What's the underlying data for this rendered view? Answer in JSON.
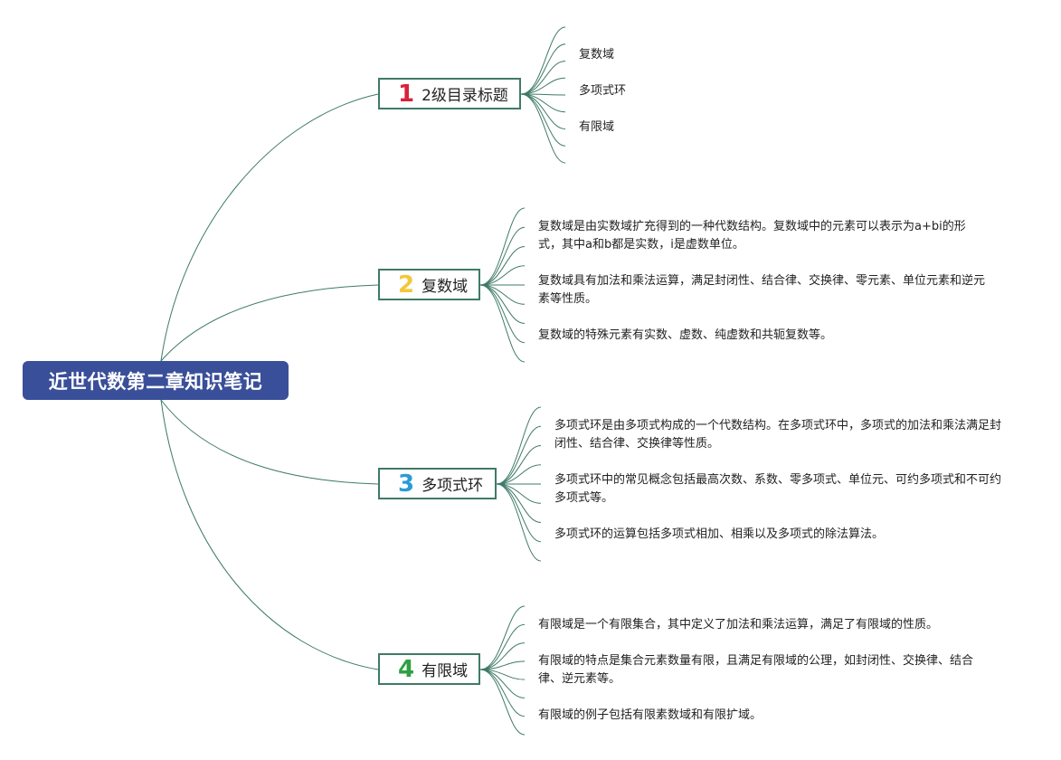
{
  "root": {
    "title": "近世代数第二章知识笔记"
  },
  "branches": [
    {
      "number": "1",
      "title": "2级目录标题",
      "number_color": "#d9223a",
      "leaves": [
        "复数域",
        "多项式环",
        "有限域"
      ]
    },
    {
      "number": "2",
      "title": "复数域",
      "number_color": "#f2c739",
      "leaves": [
        "复数域是由实数域扩充得到的一种代数结构。复数域中的元素可以表示为a+bi的形式，其中a和b都是实数，i是虚数单位。",
        "复数域具有加法和乘法运算，满足封闭性、结合律、交换律、零元素、单位元素和逆元素等性质。",
        "复数域的特殊元素有实数、虚数、纯虚数和共轭复数等。"
      ]
    },
    {
      "number": "3",
      "title": "多项式环",
      "number_color": "#2a9bd6",
      "leaves": [
        "多项式环是由多项式构成的一个代数结构。在多项式环中，多项式的加法和乘法满足封闭性、结合律、交换律等性质。",
        "多项式环中的常见概念包括最高次数、系数、零多项式、单位元、可约多项式和不可约多项式等。",
        "多项式环的运算包括多项式相加、相乘以及多项式的除法算法。"
      ]
    },
    {
      "number": "4",
      "title": "有限域",
      "number_color": "#2ea043",
      "leaves": [
        "有限域是一个有限集合，其中定义了加法和乘法运算，满足了有限域的性质。",
        "有限域的特点是集合元素数量有限，且满足有限域的公理，如封闭性、交换律、结合律、逆元素等。",
        "有限域的例子包括有限素数域和有限扩域。"
      ]
    }
  ],
  "colors": {
    "root_bg": "#3a4f99",
    "line": "#3f7a68"
  }
}
